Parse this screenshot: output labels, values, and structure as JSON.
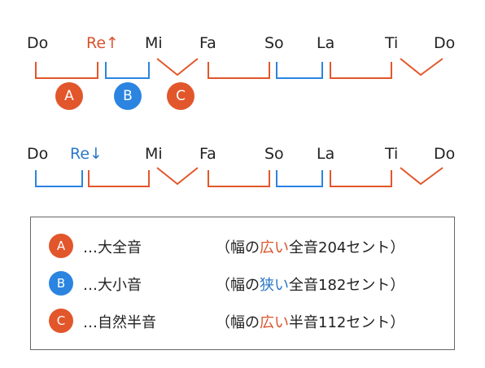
{
  "top_scale": {
    "notes": [
      "Do",
      "Re↑",
      "Mi",
      "Fa",
      "So",
      "La",
      "Ti",
      "Do"
    ]
  },
  "badges": {
    "a": "A",
    "b": "B",
    "c": "C"
  },
  "bottom_scale": {
    "notes": [
      "Do",
      "Re↓",
      "Mi",
      "Fa",
      "So",
      "La",
      "Ti",
      "Do"
    ]
  },
  "legend": {
    "rows": [
      {
        "badge": "A",
        "term": "…大全音",
        "desc_open": "（幅の",
        "desc_hl": "広い",
        "desc_rest": "全音204セント）"
      },
      {
        "badge": "B",
        "term": "…大小音",
        "desc_open": "（幅の",
        "desc_hl": "狭い",
        "desc_rest": "全音182セント）"
      },
      {
        "badge": "C",
        "term": "…自然半音",
        "desc_open": "（幅の",
        "desc_hl": "広い",
        "desc_rest": "半音112セント）"
      }
    ]
  },
  "colors": {
    "red": "#e2562b",
    "blue": "#2b84e0"
  }
}
